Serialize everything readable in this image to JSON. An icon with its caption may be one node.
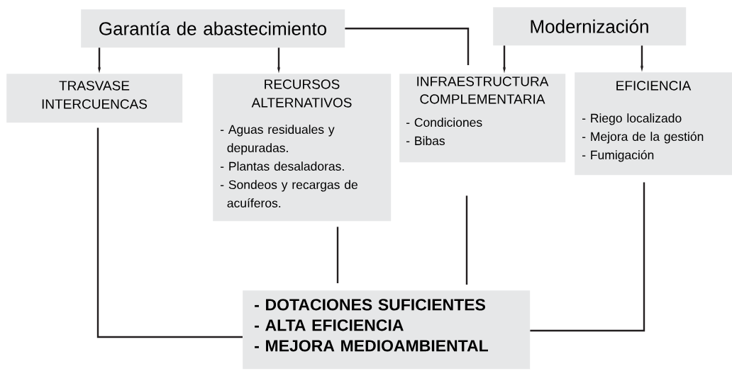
{
  "diagram": {
    "nodes": [
      {
        "text": [
          "Garantía de abastecimiento"
        ]
      },
      {
        "text": [
          "Modernización"
        ]
      },
      {
        "text": [
          "TRASVASE INTERCUENCAS"
        ]
      },
      {
        "text": [
          "RECURSOS ALTERNATIVOS",
          "- Aguas residuales y depuradas.",
          "- Plantas desaladoras.",
          "- Sondeos y recargas de acuíferos."
        ]
      },
      {
        "text": [
          "INFRAESTRUCTURA COMPLEMENTARIA",
          "- Condiciones",
          "- Bibas"
        ]
      },
      {
        "text": [
          "EFICIENCIA",
          "- Riego localizado",
          "- Mejora de la gestión",
          "- Fumigación"
        ]
      },
      {
        "text": [
          "- DOTACIONES SUFICIENTES",
          "- ALTA EFICIENCIA",
          "- MEJORA MEDIOAMBIENTAL"
        ]
      }
    ],
    "edges": [
      {
        "from": 0,
        "to": 2,
        "arrow": "to"
      },
      {
        "from": 0,
        "to": 3,
        "arrow": "to"
      },
      {
        "from": 0,
        "to": 4,
        "arrow": "none"
      },
      {
        "from": 1,
        "to": 4,
        "arrow": "to"
      },
      {
        "from": 1,
        "to": 5,
        "arrow": "to"
      },
      {
        "from": 2,
        "to": 6,
        "arrow": "none"
      },
      {
        "from": 3,
        "to": 6,
        "arrow": "none"
      },
      {
        "from": 4,
        "to": 6,
        "arrow": "none"
      },
      {
        "from": 5,
        "to": 6,
        "arrow": "none"
      }
    ]
  }
}
